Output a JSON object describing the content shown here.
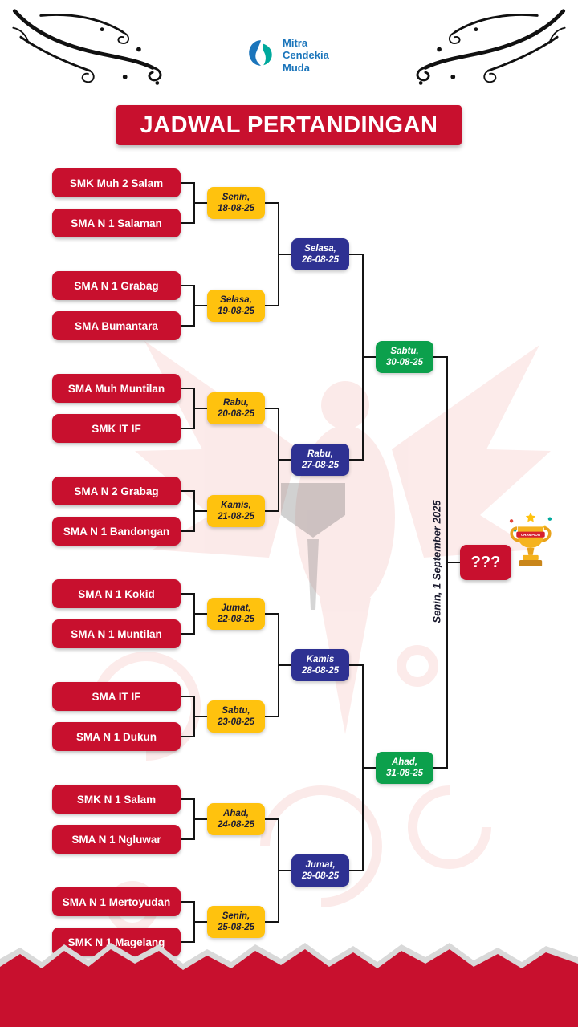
{
  "header": {
    "logo": {
      "name_lines": [
        "Mitra",
        "Cendekia",
        "Muda"
      ]
    },
    "title": "JADWAL PERTANDINGAN"
  },
  "bracket": {
    "teams": [
      "SMK Muh 2 Salam",
      "SMA N 1 Salaman",
      "SMA N 1 Grabag",
      "SMA Bumantara",
      "SMA Muh Muntilan",
      "SMK IT IF",
      "SMA N 2 Grabag",
      "SMA N 1 Bandongan",
      "SMA N 1 Kokid",
      "SMA N 1 Muntilan",
      "SMA IT IF",
      "SMA N 1 Dukun",
      "SMK N 1 Salam",
      "SMA N 1 Ngluwar",
      "SMA N 1 Mertoyudan",
      "SMK N 1 Magelang"
    ],
    "round1": [
      {
        "day": "Senin,",
        "date": "18-08-25"
      },
      {
        "day": "Selasa,",
        "date": "19-08-25"
      },
      {
        "day": "Rabu,",
        "date": "20-08-25"
      },
      {
        "day": "Kamis,",
        "date": "21-08-25"
      },
      {
        "day": "Jumat,",
        "date": "22-08-25"
      },
      {
        "day": "Sabtu,",
        "date": "23-08-25"
      },
      {
        "day": "Ahad,",
        "date": "24-08-25"
      },
      {
        "day": "Senin,",
        "date": "25-08-25"
      }
    ],
    "round2": [
      {
        "day": "Selasa,",
        "date": "26-08-25"
      },
      {
        "day": "Rabu,",
        "date": "27-08-25"
      },
      {
        "day": "Kamis",
        "date": "28-08-25"
      },
      {
        "day": "Jumat,",
        "date": "29-08-25"
      }
    ],
    "semifinals": [
      {
        "day": "Sabtu,",
        "date": "30-08-25"
      },
      {
        "day": "Ahad,",
        "date": "31-08-25"
      }
    ],
    "final_date": "Senin, 1 September 2025",
    "champion_placeholder": "???"
  },
  "colors": {
    "red": "#C8102E",
    "yellow": "#FFC20E",
    "blue": "#2E3192",
    "green": "#0CA04C",
    "logo_blue": "#1B75BB",
    "logo_green": "#00A99D"
  }
}
